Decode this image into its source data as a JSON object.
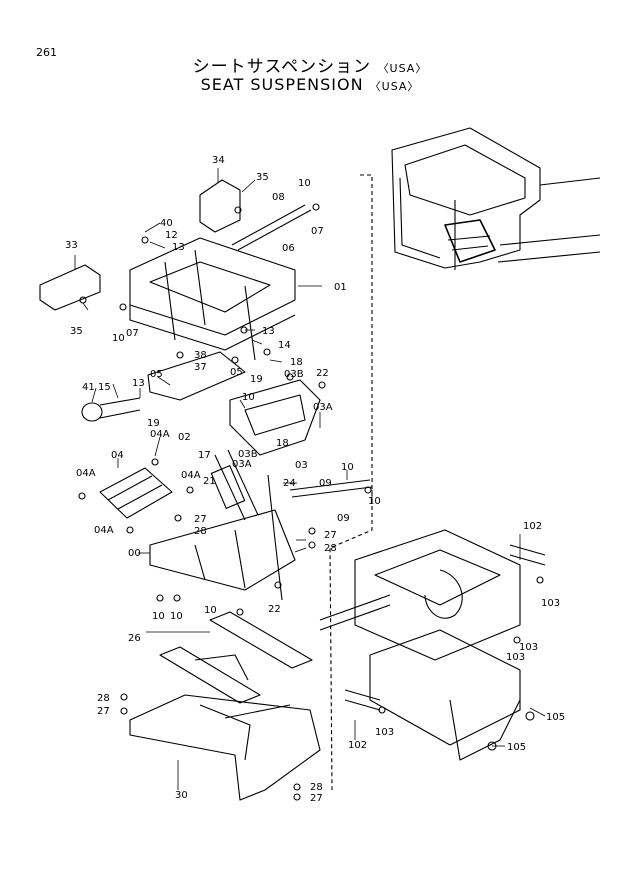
{
  "page_number": "261",
  "title_jp": "シートサスペンション",
  "title_en": "SEAT  SUSPENSION",
  "region": "〈USA〉",
  "callouts": [
    {
      "id": "c34",
      "label": "34"
    },
    {
      "id": "c35a",
      "label": "35"
    },
    {
      "id": "c08",
      "label": "08"
    },
    {
      "id": "c10a",
      "label": "10"
    },
    {
      "id": "c07a",
      "label": "07"
    },
    {
      "id": "c06",
      "label": "06"
    },
    {
      "id": "c40",
      "label": "40"
    },
    {
      "id": "c12",
      "label": "12"
    },
    {
      "id": "c13a",
      "label": "13"
    },
    {
      "id": "c33",
      "label": "33"
    },
    {
      "id": "c01",
      "label": "01"
    },
    {
      "id": "c35b",
      "label": "35"
    },
    {
      "id": "c10b",
      "label": "10"
    },
    {
      "id": "c07b",
      "label": "07"
    },
    {
      "id": "c13b",
      "label": "13"
    },
    {
      "id": "c14",
      "label": "14"
    },
    {
      "id": "c38a",
      "label": "38"
    },
    {
      "id": "c37",
      "label": "37"
    },
    {
      "id": "c05a",
      "label": "05"
    },
    {
      "id": "c05b",
      "label": "05"
    },
    {
      "id": "c19a",
      "label": "19"
    },
    {
      "id": "c18a",
      "label": "18"
    },
    {
      "id": "c03Ba",
      "label": "03B"
    },
    {
      "id": "c22a",
      "label": "22"
    },
    {
      "id": "c41",
      "label": "41"
    },
    {
      "id": "c15",
      "label": "15"
    },
    {
      "id": "c13c",
      "label": "13"
    },
    {
      "id": "c19b",
      "label": "19"
    },
    {
      "id": "c02",
      "label": "02"
    },
    {
      "id": "c04Aa",
      "label": "04A"
    },
    {
      "id": "c10c",
      "label": "10"
    },
    {
      "id": "c03A",
      "label": "03A"
    },
    {
      "id": "c18b",
      "label": "18"
    },
    {
      "id": "c17",
      "label": "17"
    },
    {
      "id": "c03Bb",
      "label": "03B"
    },
    {
      "id": "c03Ab",
      "label": "03A"
    },
    {
      "id": "c03",
      "label": "03"
    },
    {
      "id": "c04",
      "label": "04"
    },
    {
      "id": "c04Ab",
      "label": "04A"
    },
    {
      "id": "c21",
      "label": "21"
    },
    {
      "id": "c24",
      "label": "24"
    },
    {
      "id": "c10d",
      "label": "10"
    },
    {
      "id": "c09a",
      "label": "09"
    },
    {
      "id": "c10e",
      "label": "10"
    },
    {
      "id": "c09b",
      "label": "09"
    },
    {
      "id": "c04Ac",
      "label": "04A"
    },
    {
      "id": "c27a",
      "label": "27"
    },
    {
      "id": "c28a",
      "label": "28"
    },
    {
      "id": "c04Ad",
      "label": "04A"
    },
    {
      "id": "c00",
      "label": "00"
    },
    {
      "id": "c27b",
      "label": "27"
    },
    {
      "id": "c28b",
      "label": "28"
    },
    {
      "id": "c10f",
      "label": "10"
    },
    {
      "id": "c10g",
      "label": "10"
    },
    {
      "id": "c22b",
      "label": "22"
    },
    {
      "id": "c10h",
      "label": "10"
    },
    {
      "id": "c26",
      "label": "26"
    },
    {
      "id": "c28c",
      "label": "28"
    },
    {
      "id": "c27c",
      "label": "27"
    },
    {
      "id": "c30",
      "label": "30"
    },
    {
      "id": "c28d",
      "label": "28"
    },
    {
      "id": "c27d",
      "label": "27"
    },
    {
      "id": "c102a",
      "label": "102"
    },
    {
      "id": "c103a",
      "label": "103"
    },
    {
      "id": "c103b",
      "label": "103"
    },
    {
      "id": "c103c",
      "label": "103"
    },
    {
      "id": "c102b",
      "label": "102"
    },
    {
      "id": "c103d",
      "label": "103"
    },
    {
      "id": "c105a",
      "label": "105"
    },
    {
      "id": "c105b",
      "label": "105"
    }
  ]
}
